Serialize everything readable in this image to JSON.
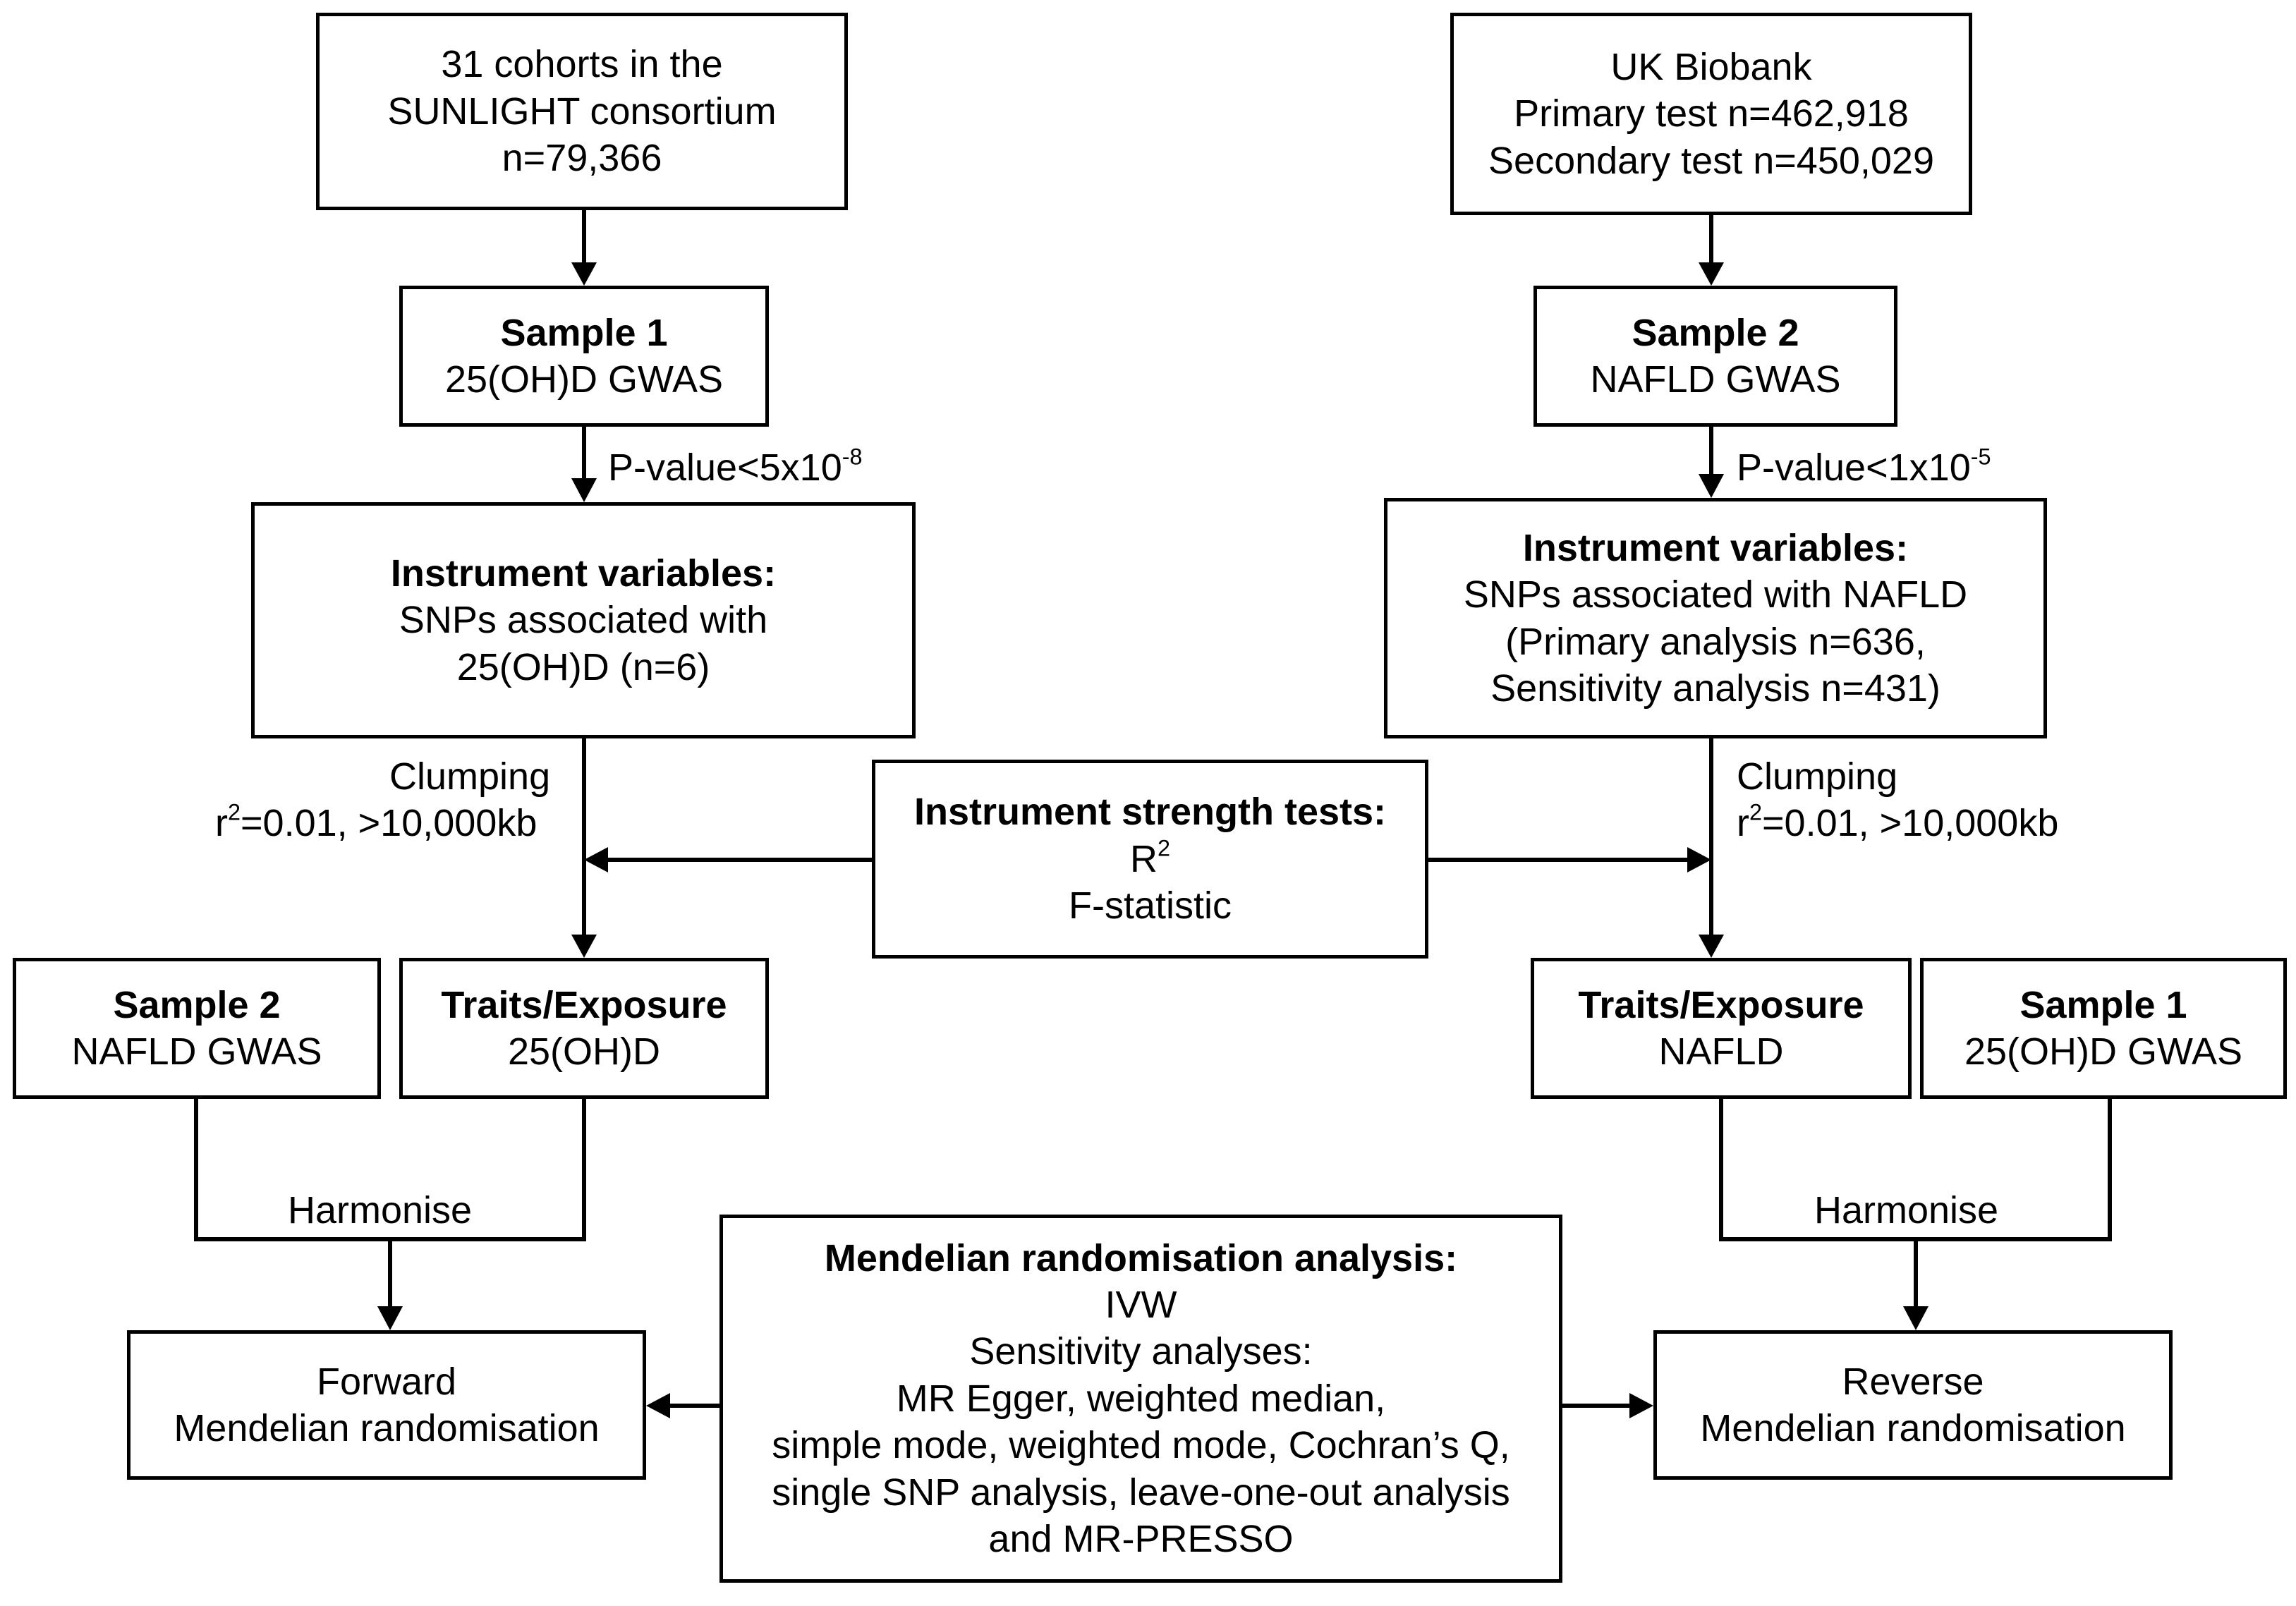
{
  "left": {
    "cohorts": {
      "line1": "31 cohorts in the",
      "line2": "SUNLIGHT consortium",
      "line3": "n=79,366"
    },
    "sample": {
      "title": "Sample 1",
      "subtitle": "25(OH)D GWAS"
    },
    "pvalue": {
      "text": "P-value<5x10",
      "exp": "-8"
    },
    "instruments": {
      "title": "Instrument variables:",
      "line1": "SNPs associated with",
      "line2": "25(OH)D (n=6)"
    },
    "clumping": {
      "line1": "Clumping",
      "r": "r",
      "r_exp": "2",
      "line2_rest": "=0.01, >10,000kb"
    },
    "other_sample": {
      "title": "Sample 2",
      "subtitle": "NAFLD GWAS"
    },
    "traits": {
      "title": "Traits/Exposure",
      "subtitle": "25(OH)D"
    },
    "harmonise": "Harmonise",
    "result": {
      "line1": "Forward",
      "line2": "Mendelian randomisation"
    }
  },
  "right": {
    "biobank": {
      "line1": "UK Biobank",
      "line2": "Primary test n=462,918",
      "line3": "Secondary test n=450,029"
    },
    "sample": {
      "title": "Sample 2",
      "subtitle": "NAFLD GWAS"
    },
    "pvalue": {
      "text": "P-value<1x10",
      "exp": "-5"
    },
    "instruments": {
      "title": "Instrument variables:",
      "line1": "SNPs associated with NAFLD",
      "line2": "(Primary analysis n=636,",
      "line3": "Sensitivity analysis n=431)"
    },
    "clumping": {
      "line1": "Clumping",
      "r": "r",
      "r_exp": "2",
      "line2_rest": "=0.01, >10,000kb"
    },
    "traits": {
      "title": "Traits/Exposure",
      "subtitle": "NAFLD"
    },
    "other_sample": {
      "title": "Sample 1",
      "subtitle": "25(OH)D GWAS"
    },
    "harmonise": "Harmonise",
    "result": {
      "line1": "Reverse",
      "line2": "Mendelian randomisation"
    }
  },
  "center": {
    "strength": {
      "title": "Instrument strength tests:",
      "r": "R",
      "r_exp": "2",
      "line2": "F-statistic"
    },
    "mr": {
      "title": "Mendelian randomisation analysis:",
      "line1": "IVW",
      "line2": "Sensitivity analyses:",
      "line3": "MR Egger, weighted median,",
      "line4": "simple mode, weighted mode, Cochran’s Q,",
      "line5": "single SNP analysis, leave-one-out analysis",
      "line6": "and MR-PRESSO"
    }
  }
}
